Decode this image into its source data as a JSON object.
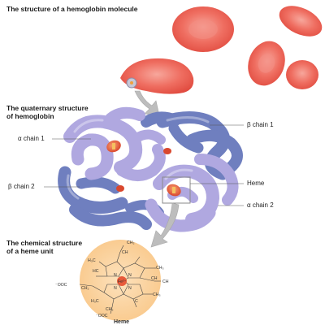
{
  "headings": {
    "title": "The structure of a hemoglobin molecule",
    "quaternary_line1": "The quaternary structure",
    "quaternary_line2": "of hemoglobin",
    "chemical_line1": "The chemical structure",
    "chemical_line2": "of a heme unit"
  },
  "labels": {
    "alpha_chain_1": "α chain 1",
    "beta_chain_1": "β chain 1",
    "beta_chain_2": "β chain 2",
    "heme": "Heme",
    "alpha_chain_2": "α chain 2",
    "heme_caption": "Heme"
  },
  "heme_structure": {
    "ch2_top": "CH₂",
    "ch_top": "CH",
    "h3c_top": "H₃C",
    "ch3_right": "CH₃",
    "hc_left": "HC",
    "ch_right": "CH",
    "ch_right2": "CH",
    "h3c_bottom": "H₃C",
    "ch3_bottom": "CH₃",
    "ooc_left": "⁻OOC",
    "ch2_left": "CH₂",
    "ch2_bottom": "CH₂",
    "ooc_bottom": "⁻OOC",
    "n1": "N",
    "n2": "N",
    "n3": "N",
    "n4": "N",
    "fe": "Fe²⁺",
    "c": "C"
  },
  "colors": {
    "rbc": "#ee6a5f",
    "rbc_center": "#f59a90",
    "alpha_chain": "#b0a8e0",
    "beta_chain": "#6f7fbf",
    "heme_disc": "#e1563d",
    "heme_ring_bg": "#fbd7a7",
    "arrow": "#bdbdbd"
  }
}
